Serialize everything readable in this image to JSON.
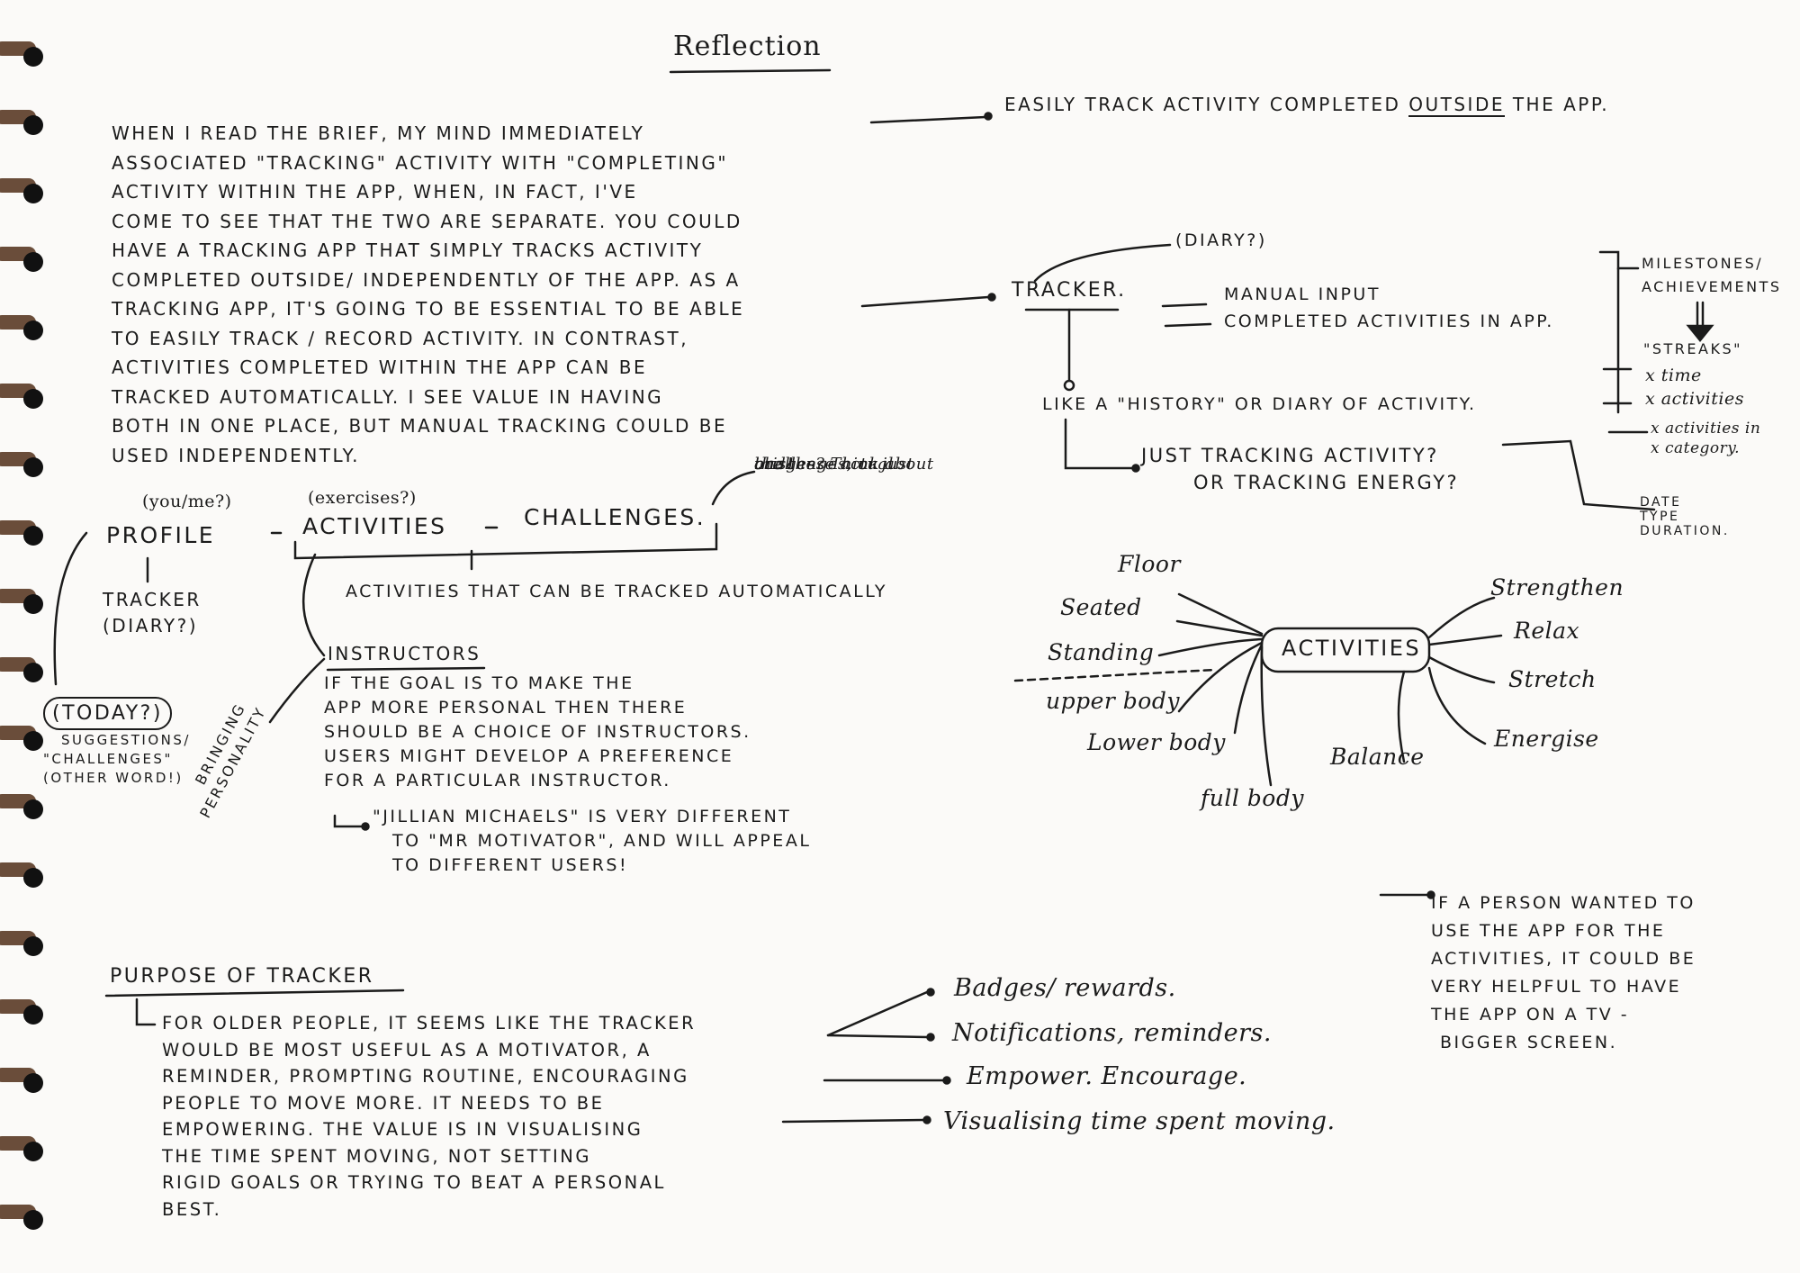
{
  "page": {
    "title": "Reflection",
    "brief_paragraph": [
      "When I read the brief, my mind immediately",
      "associated \"Tracking\" activity with \"completing\"",
      "activity within the app, when, in fact, I've",
      "come to see that the two are separate. You could",
      "have a tracking app that simply tracks activity",
      "completed outside/ independently of the app. As a",
      "tracking app, it's going to be essential to be able",
      "to easily track / record activity.   In contrast,",
      "activities completed within the app can be",
      "tracked automatically. I see value in having",
      "both in one place, but manual tracking could be",
      "used independently."
    ],
    "easily_track": {
      "prefix": "Easily track activity completed",
      "underlined": "outside",
      "suffix": "the app."
    },
    "tracker": {
      "label": "Tracker.",
      "diary": "(diary?)",
      "manual_input": "Manual input",
      "completed_in_app": "Completed activities in app.",
      "history": "Like a \"history\" or diary of activity.",
      "question_line1": "Just tracking activity?",
      "question_line2": "or tracking energy?",
      "date_type_duration": [
        "Date",
        "Type",
        "Duration."
      ]
    },
    "milestones": {
      "heading": [
        "Milestones/",
        "Achievements"
      ],
      "items": [
        "\"Streaks\"",
        "x time",
        "x activities",
        "x activities in",
        "x category."
      ]
    },
    "nav": {
      "you_me": "(you/me?)",
      "profile": "Profile",
      "exercises": "(exercises?)",
      "activities": "Activities",
      "challenges": "Challenges.",
      "challenges_note": [
        "are these actual",
        "challenges, or just",
        "badges? Think about",
        "this!"
      ],
      "tracker_diary": [
        "Tracker",
        "(diary?)"
      ],
      "auto_tracked": "Activities that can be tracked automatically"
    },
    "today": {
      "label": "(Today?)",
      "suggestions": [
        "Suggestions/",
        "\"Challenges\"",
        "(other word!)"
      ]
    },
    "instructors": {
      "heading": "Instructors",
      "lines": [
        "If the goal is to make the",
        "app more personal then there",
        "should be a choice of instructors.",
        "Users might develop a preference",
        "for a particular instructor."
      ],
      "example": [
        "\"Jillian Michaels\" is very different",
        "to \"Mr Motivator\", and will appeal",
        "to different users!"
      ],
      "side_note": [
        "Bringing",
        "Personality"
      ]
    },
    "activities_map": {
      "center": "Activities",
      "left": [
        "Floor",
        "Seated",
        "Standing",
        "upper body",
        "Lower body",
        "full body"
      ],
      "bottom": [
        "Balance"
      ],
      "right": [
        "Strengthen",
        "Relax",
        "Stretch",
        "Energise"
      ]
    },
    "tv_note": [
      "If a person wanted to",
      "use the app for the",
      "activities, it could be",
      "very helpful to have",
      "the app on a TV -",
      "bigger screen."
    ],
    "purpose": {
      "heading": "Purpose of Tracker",
      "lines": [
        "For older people, it seems like the tracker",
        "would be most useful as a motivator, a",
        "reminder, prompting routine, encouraging",
        "people to move more. It needs to be",
        "empowering. The value is in visualising",
        "the time spent moving, not setting",
        "rigid goals or trying to beat a personal",
        "best."
      ],
      "outcomes": [
        "Badges/ rewards.",
        "Notifications, reminders.",
        "Empower. Encourage.",
        "Visualising time spent moving."
      ]
    },
    "colors": {
      "ink": "#1b1b1b",
      "paper": "#fbfaf8",
      "ring": "#5a3a25"
    }
  }
}
